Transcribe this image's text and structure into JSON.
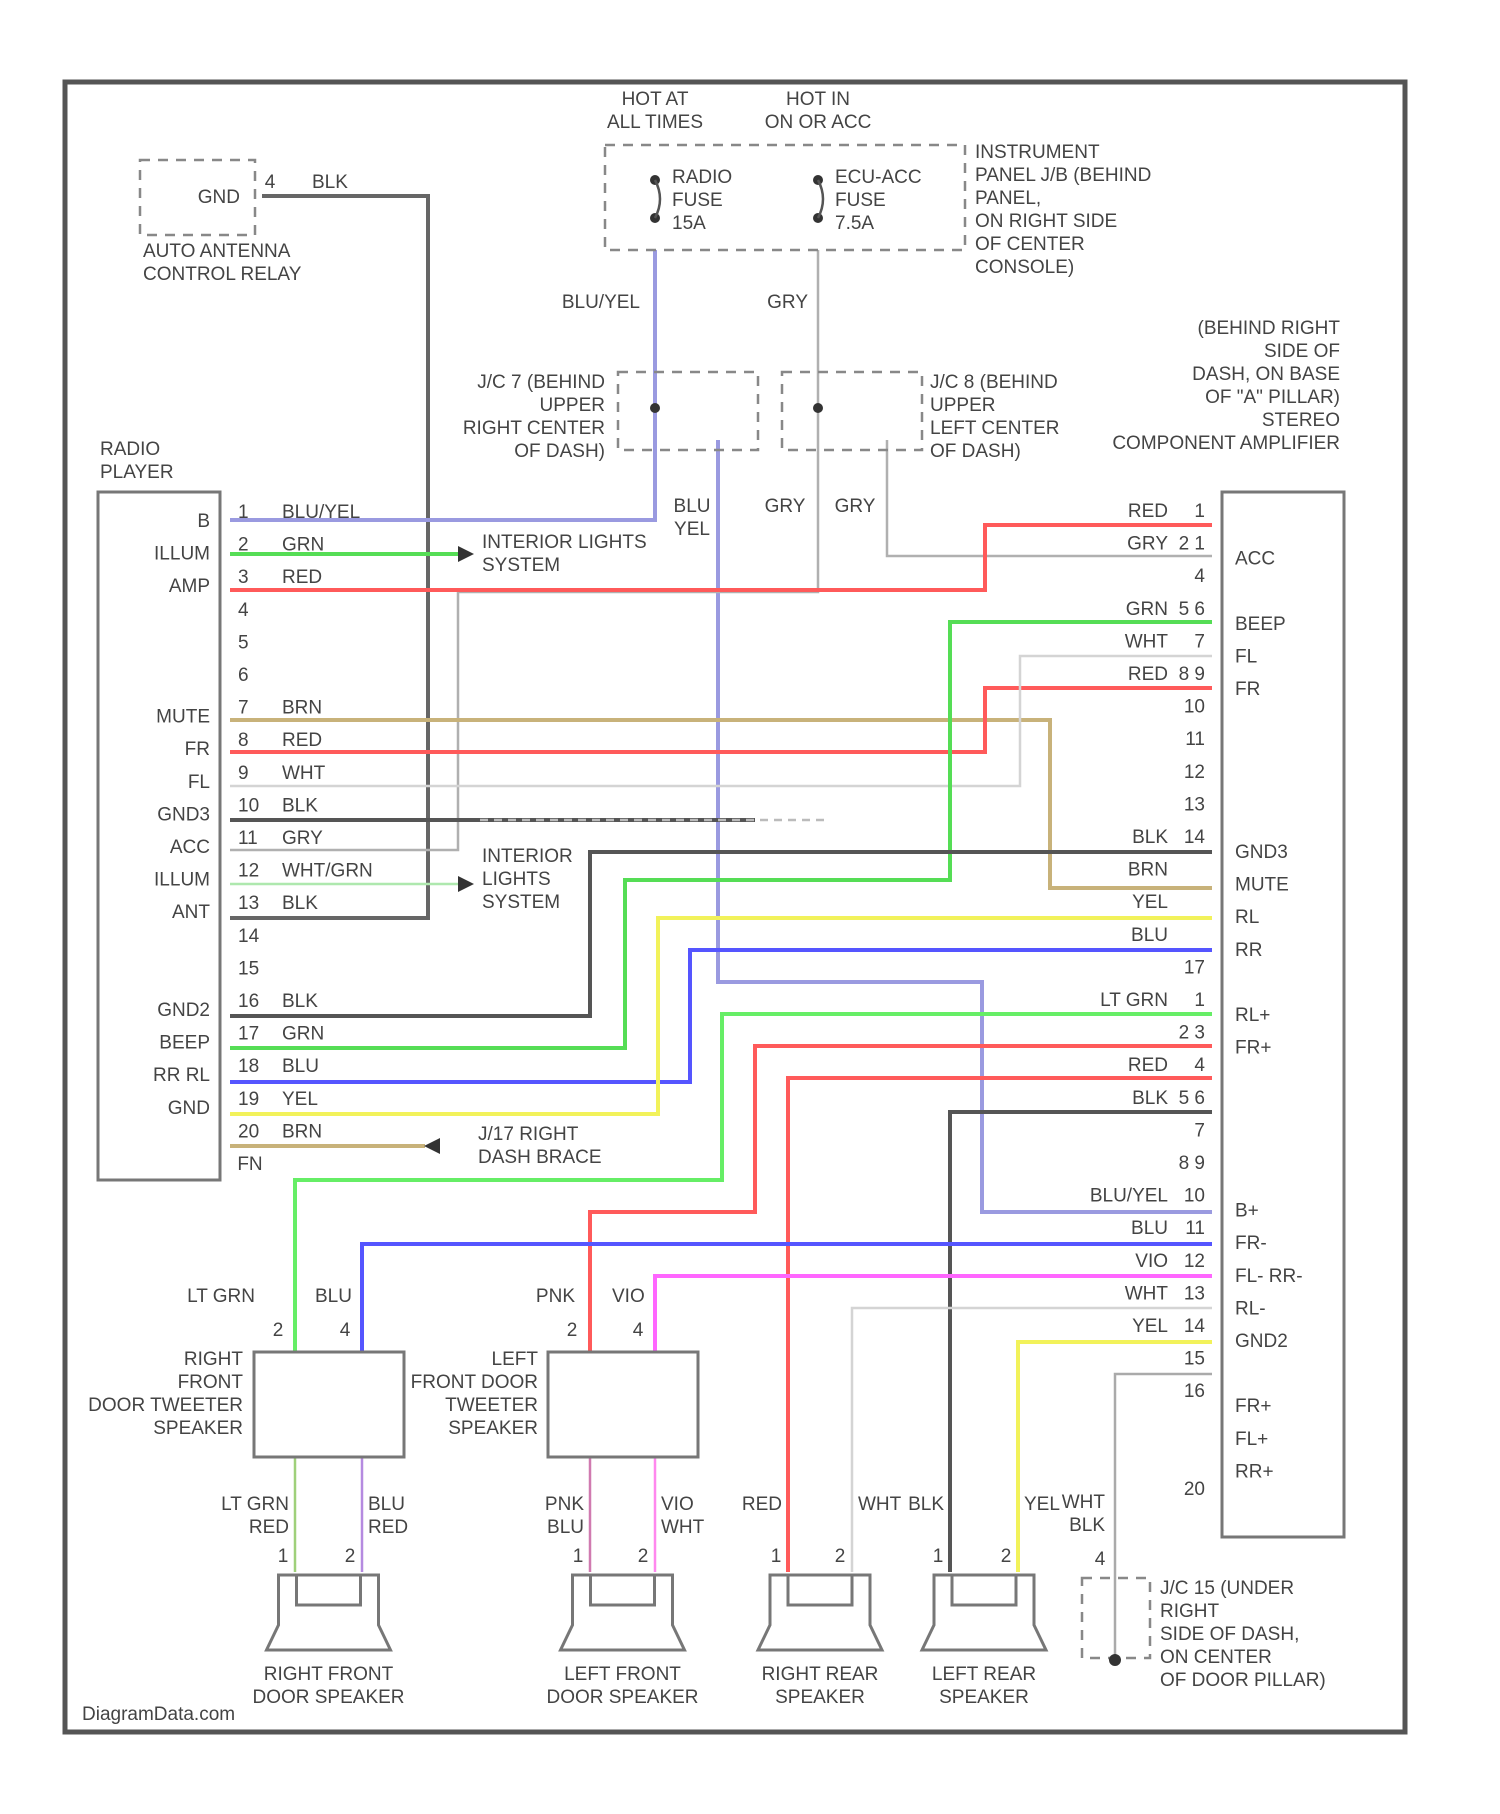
{
  "power": {
    "hot_at_all_times": "HOT AT\nALL TIMES",
    "hot_in_on_acc": "HOT IN\nON OR ACC",
    "radio_fuse": "RADIO\nFUSE\n15A",
    "ecu_acc_fuse": "ECU-ACC\nFUSE\n7.5A",
    "instrument_panel_jb": "INSTRUMENT\nPANEL J/B (BEHIND\nPANEL,\nON RIGHT SIDE\nOF CENTER\nCONSOLE)"
  },
  "antenna_relay": {
    "label": "AUTO ANTENNA\nCONTROL RELAY",
    "pin_name": "GND",
    "pin": "4",
    "wire": "BLK"
  },
  "jc7": {
    "label": "J/C 7 (BEHIND\nUPPER\nRIGHT CENTER\nOF DASH)"
  },
  "jc8": {
    "label": "J/C 8 (BEHIND\nUPPER\nLEFT CENTER\nOF DASH)"
  },
  "feed_wires": {
    "bluyel": "BLU/YEL",
    "gry": "GRY",
    "blu": "BLU",
    "yel": "YEL"
  },
  "radio": {
    "title": "RADIO\nPLAYER",
    "pins": [
      {
        "num": "1",
        "name": "B",
        "wire": "BLU/YEL"
      },
      {
        "num": "2",
        "name": "ILLUM",
        "wire": "GRN"
      },
      {
        "num": "3",
        "name": "AMP",
        "wire": "RED"
      },
      {
        "num": "4",
        "name": "",
        "wire": ""
      },
      {
        "num": "5",
        "name": "",
        "wire": ""
      },
      {
        "num": "6",
        "name": "",
        "wire": ""
      },
      {
        "num": "7",
        "name": "MUTE",
        "wire": "BRN"
      },
      {
        "num": "8",
        "name": "FR",
        "wire": "RED"
      },
      {
        "num": "9",
        "name": "FL",
        "wire": "WHT"
      },
      {
        "num": "10",
        "name": "GND3",
        "wire": "BLK"
      },
      {
        "num": "11",
        "name": "ACC",
        "wire": "GRY"
      },
      {
        "num": "12",
        "name": "ILLUM",
        "wire": "WHT/GRN"
      },
      {
        "num": "13",
        "name": "ANT",
        "wire": "BLK"
      },
      {
        "num": "14",
        "name": "",
        "wire": ""
      },
      {
        "num": "15",
        "name": "",
        "wire": ""
      },
      {
        "num": "16",
        "name": "GND2",
        "wire": "BLK"
      },
      {
        "num": "17",
        "name": "BEEP",
        "wire": "GRN"
      },
      {
        "num": "18",
        "name": "RR RL",
        "wire": "BLU"
      },
      {
        "num": "19",
        "name": "GND",
        "wire": "YEL"
      },
      {
        "num": "20",
        "name": "",
        "wire": "BRN"
      }
    ],
    "last_label": "FN"
  },
  "interior_lights": "INTERIOR LIGHTS\nSYSTEM",
  "interior_lights2": "INTERIOR\nLIGHTS\nSYSTEM",
  "door_brace": "J/17 RIGHT\nDASH BRACE",
  "amplifier": {
    "location": "(BEHIND RIGHT\nSIDE OF\nDASH, ON BASE\nOF \"A\" PILLAR)\nSTEREO\nCOMPONENT AMPLIFIER",
    "top_pins": [
      {
        "num": "1",
        "wire": "RED",
        "name": ""
      },
      {
        "num": "2 1",
        "wire": "GRY",
        "name": "ACC"
      },
      {
        "num": "4",
        "wire": "",
        "name": ""
      },
      {
        "num": "5 6",
        "wire": "GRN",
        "name": "BEEP"
      },
      {
        "num": "7",
        "wire": "WHT",
        "name": "FL"
      },
      {
        "num": "8 9",
        "wire": "RED",
        "name": "FR"
      },
      {
        "num": "10",
        "wire": "",
        "name": ""
      },
      {
        "num": "11",
        "wire": "",
        "name": ""
      },
      {
        "num": "12",
        "wire": "",
        "name": ""
      },
      {
        "num": "13",
        "wire": "",
        "name": ""
      },
      {
        "num": "14",
        "wire": "BLK",
        "name": "GND3"
      },
      {
        "num": "",
        "wire": "BRN",
        "name": "MUTE"
      },
      {
        "num": "",
        "wire": "YEL",
        "name": "RL"
      },
      {
        "num": "",
        "wire": "BLU",
        "name": "RR"
      },
      {
        "num": "17",
        "wire": "",
        "name": ""
      }
    ],
    "bottom_pins": [
      {
        "num": "1",
        "wire": "LT GRN",
        "name": "RL+"
      },
      {
        "num": "2 3",
        "wire": "",
        "name": "FR+"
      },
      {
        "num": "4",
        "wire": "RED",
        "name": ""
      },
      {
        "num": "5 6",
        "wire": "BLK",
        "name": ""
      },
      {
        "num": "7",
        "wire": "",
        "name": ""
      },
      {
        "num": "8 9",
        "wire": "",
        "name": ""
      },
      {
        "num": "10",
        "wire": "BLU/YEL",
        "name": "B+"
      },
      {
        "num": "11",
        "wire": "BLU",
        "name": "FR-"
      },
      {
        "num": "12",
        "wire": "VIO",
        "name": "FL- RR-"
      },
      {
        "num": "13",
        "wire": "WHT",
        "name": "RL-"
      },
      {
        "num": "14",
        "wire": "YEL",
        "name": "GND2"
      },
      {
        "num": "15",
        "wire": "",
        "name": ""
      },
      {
        "num": "16",
        "wire": "",
        "name": "FR+"
      },
      {
        "num": "",
        "wire": "",
        "name": "FL+"
      },
      {
        "num": "",
        "wire": "",
        "name": "RR+"
      },
      {
        "num": "20",
        "wire": "",
        "name": ""
      }
    ]
  },
  "tweeters": {
    "right": {
      "label": "RIGHT\nFRONT\nDOOR TWEETER\nSPEAKER",
      "w1": "LT GRN",
      "w2": "BLU",
      "p1": "2",
      "p2": "4"
    },
    "left": {
      "label": "LEFT\nFRONT DOOR\nTWEETER\nSPEAKER",
      "w1": "PNK",
      "w2": "VIO",
      "p1": "2",
      "p2": "4"
    }
  },
  "speakers": [
    {
      "label": "RIGHT FRONT\nDOOR SPEAKER",
      "w1": "LT GRN\nRED",
      "w2": "BLU\nRED"
    },
    {
      "label": "LEFT FRONT\nDOOR SPEAKER",
      "w1": "PNK\nBLU",
      "w2": "VIO\nWHT"
    },
    {
      "label": "RIGHT REAR\nSPEAKER",
      "w1": "RED",
      "w2": "WHT"
    },
    {
      "label": "LEFT REAR\nSPEAKER",
      "w1": "BLK",
      "w2": "YEL"
    }
  ],
  "jc15": {
    "label": "J/C 15 (UNDER\nRIGHT\nSIDE OF DASH,\nON CENTER\nOF DOOR PILLAR)",
    "w1": "WHT",
    "w2": "BLK",
    "pin": "4"
  },
  "footer": "DiagramData.com",
  "colors": {
    "blu_yel": "#9a9ae0",
    "grn": "#55dd55",
    "red": "#ff5a5a",
    "brn": "#c8b27a",
    "wht": "#d4d4d4",
    "blk": "#555555",
    "blu": "#5555ff",
    "yel": "#f2f25a",
    "vio": "#ff66ff",
    "pnk": "#ff5a5a",
    "ltgrn": "#66ee66",
    "gry": "#b0b0b0"
  }
}
